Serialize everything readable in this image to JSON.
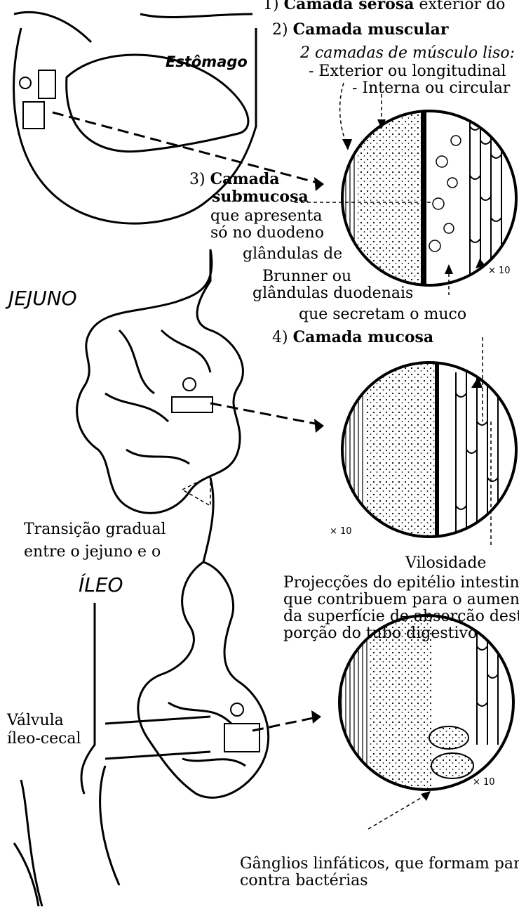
{
  "labels": {
    "layer1_num": "1)",
    "layer1_bold": "Camada serosa",
    "layer1_rest": "exterior do",
    "layer2_num": "2)",
    "layer2_bold": "Camada muscular",
    "layer2_sub": "2 camadas de músculo liso:",
    "layer2_ext": "- Exterior ou longitudinal",
    "layer2_int": "- Interna ou circular",
    "stomach": "Estômago",
    "layer3_num": "3)",
    "layer3_bold1": "Camada",
    "layer3_bold2": "submucosa",
    "layer3_l1": "que apresenta",
    "layer3_l2": "só no duodeno",
    "layer3_l3": "glândulas de",
    "layer3_l4": "Brunner ou",
    "layer3_l5": "glândulas duodenais",
    "layer3_l6": "que secretam o muco",
    "jejuno": "JEJUNO",
    "layer4_num": "4)",
    "layer4_bold": "Camada mucosa",
    "mag1": "× 10",
    "mag2": "× 10",
    "mag3": "× 10",
    "transition1": "Transição gradual",
    "transition2": "entre o jejuno e o",
    "ileo": "ÍLEO",
    "villi_title": "Vilosidade",
    "villi_l1": "Projecções do epitélio intestin",
    "villi_l2": "que contribuem para o aumen",
    "villi_l3": "da superfície de absorção dest",
    "villi_l4": "porção do tubo digestivo",
    "valve1": "Válvula",
    "valve2": "íleo-cecal",
    "lymph1": "Gânglios linfáticos, que formam par",
    "lymph2": "contra bactérias"
  },
  "colors": {
    "ink": "#000000",
    "paper": "#ffffff"
  }
}
